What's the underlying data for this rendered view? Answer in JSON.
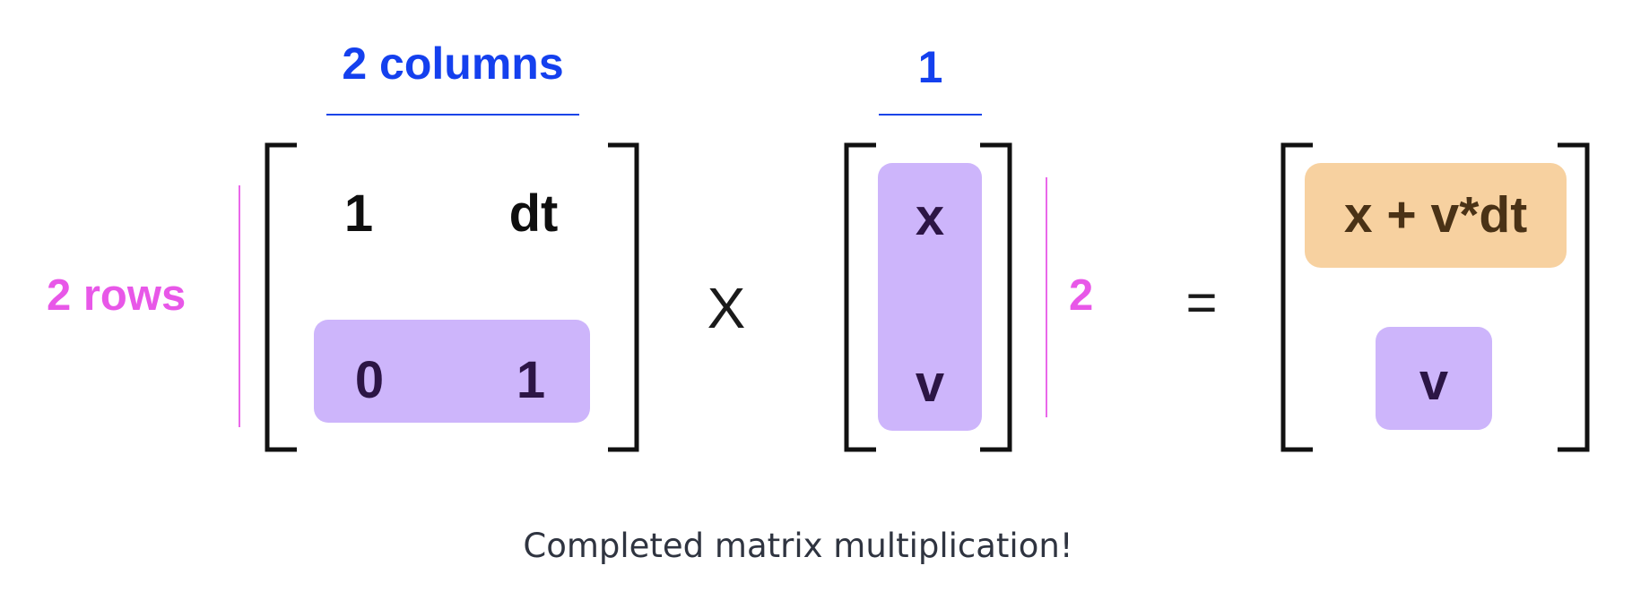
{
  "annotations": {
    "columns_label": "2 columns",
    "rows_label": "2 rows",
    "vector_columns_label": "1",
    "vector_rows_label": "2"
  },
  "matrix": {
    "rows": [
      [
        "1",
        "dt"
      ],
      [
        "0",
        "1"
      ]
    ]
  },
  "vector": {
    "entries": [
      "x",
      "v"
    ]
  },
  "operators": {
    "multiply": "X",
    "equals": "="
  },
  "result": {
    "entries": [
      "x + v*dt",
      "v"
    ]
  },
  "caption": "Completed matrix multiplication!",
  "colors": {
    "dimension_blue": "#1440ee",
    "dimension_pink": "#e857e8",
    "highlight_purple": "#cdb5fb",
    "highlight_orange": "#f7d1a0",
    "bracket": "#111111"
  }
}
